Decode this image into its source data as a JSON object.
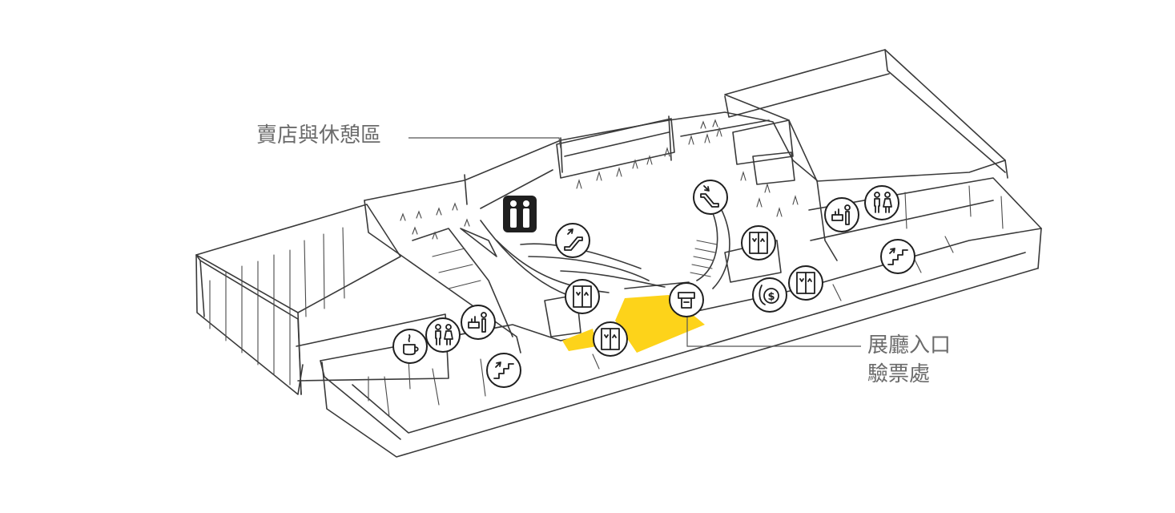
{
  "labels": {
    "concessions": "賣店與休憩區",
    "entrance_line1": "展廳入口",
    "entrance_line2": "驗票處"
  },
  "colors": {
    "highlight": "#FDD31A",
    "sketch_line": "#3a3a3a",
    "label_text": "#6b6b6b"
  },
  "icons": [
    "escalator-up-icon",
    "escalator-down-icon",
    "elevator-icon",
    "elevator-icon",
    "elevator-icon",
    "elevator-icon",
    "ticket-icon",
    "atm-icon",
    "restroom-icon",
    "restroom-icon",
    "information-desk-icon",
    "information-desk-icon",
    "cafe-icon",
    "stairs-icon",
    "stairs-icon",
    "toilets-pictogram-icon"
  ]
}
